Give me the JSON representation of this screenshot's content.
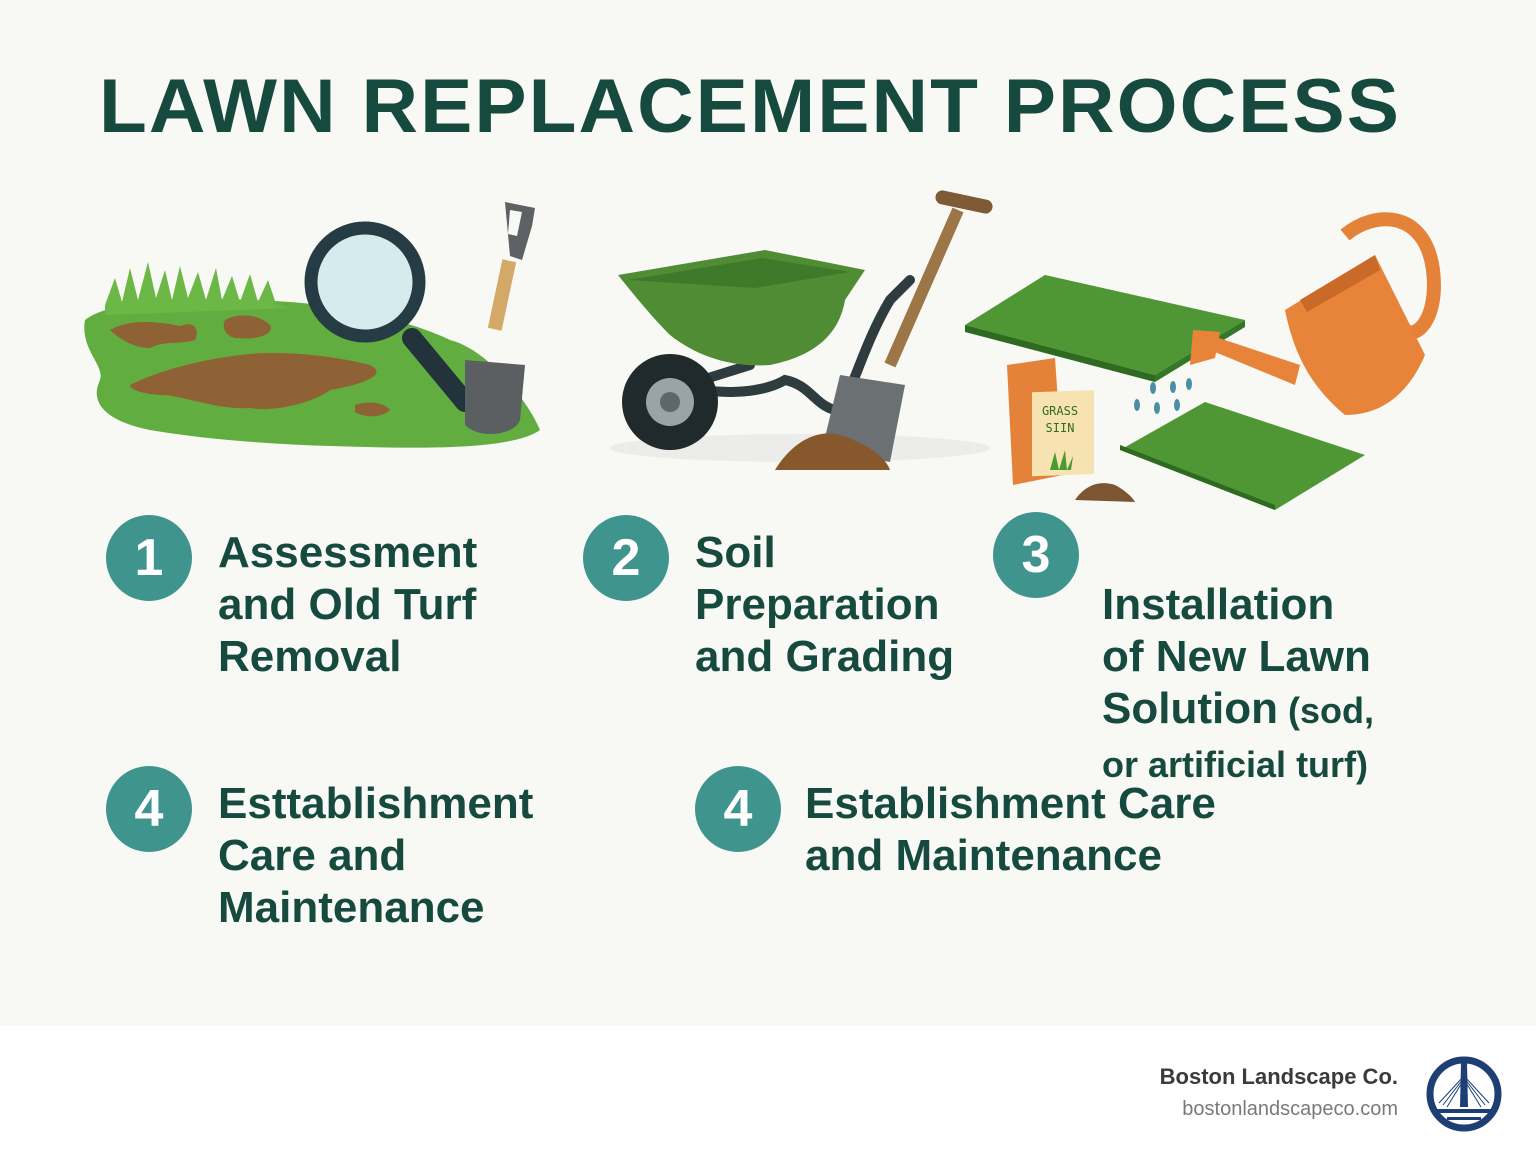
{
  "title": "LAWN REPLACEMENT PROCESS",
  "illustrations": [
    {
      "name": "assessment-illustration",
      "elements": [
        "grass-patch",
        "dirt-patches",
        "magnifying-glass",
        "spade"
      ]
    },
    {
      "name": "soil-prep-illustration",
      "elements": [
        "wheelbarrow",
        "shovel",
        "soil-pile"
      ]
    },
    {
      "name": "installation-illustration",
      "elements": [
        "sod-square",
        "grass-seed-bag",
        "watering-can",
        "water-drops",
        "sod-square"
      ],
      "seed_bag_label_line1": "GRASS",
      "seed_bag_label_line2": "SIIN"
    }
  ],
  "steps": [
    {
      "number": "1",
      "text": "Assessment\nand Old Turf\nRemoval"
    },
    {
      "number": "2",
      "text": "Soil\nPreparation\nand Grading"
    },
    {
      "number": "3",
      "text": "Installation\nof New Lawn\nSolution",
      "suffix_line3": " (sod,",
      "suffix_line4": "or artificial turf)"
    },
    {
      "number": "4",
      "text": "Esttablishment\nCare and\nMaintenance"
    },
    {
      "number": "4",
      "text": "Establishment Care\nand Maintenance"
    }
  ],
  "footer": {
    "company": "Boston Landscape Co.",
    "url": "bostonlandscapeco.com",
    "logo_icon": "bridge-logo-icon"
  },
  "colors": {
    "title": "#164a3f",
    "badge": "#3f948d",
    "background": "#f8f8f4",
    "grass": "#5da83a",
    "soil": "#8b5a2b",
    "orange": "#e8843a",
    "logo_blue": "#1d3f73"
  }
}
